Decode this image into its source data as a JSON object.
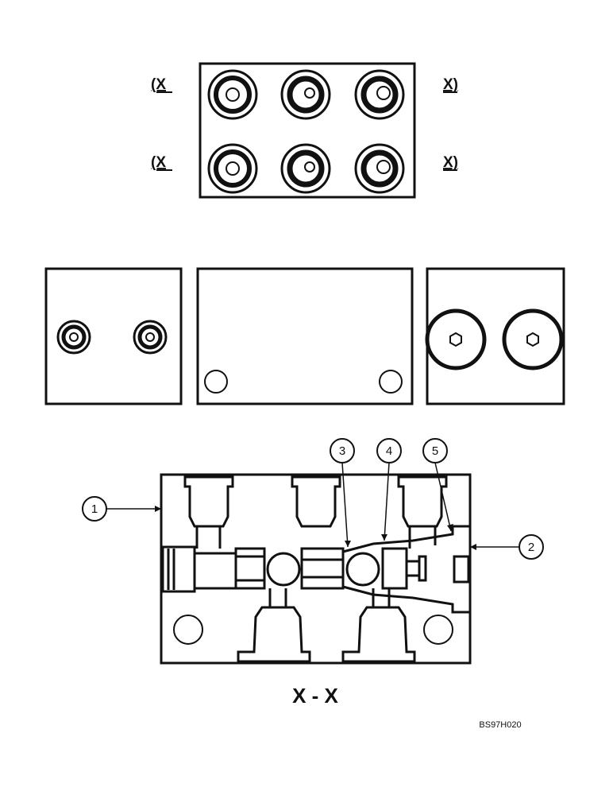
{
  "cut_marks": {
    "top_left": "(X",
    "top_right": "X)",
    "bottom_left": "(X",
    "bottom_right": "X)"
  },
  "callouts": [
    "1",
    "2",
    "3",
    "4",
    "5"
  ],
  "section_label": "X - X",
  "figure_code": "BS97H020"
}
